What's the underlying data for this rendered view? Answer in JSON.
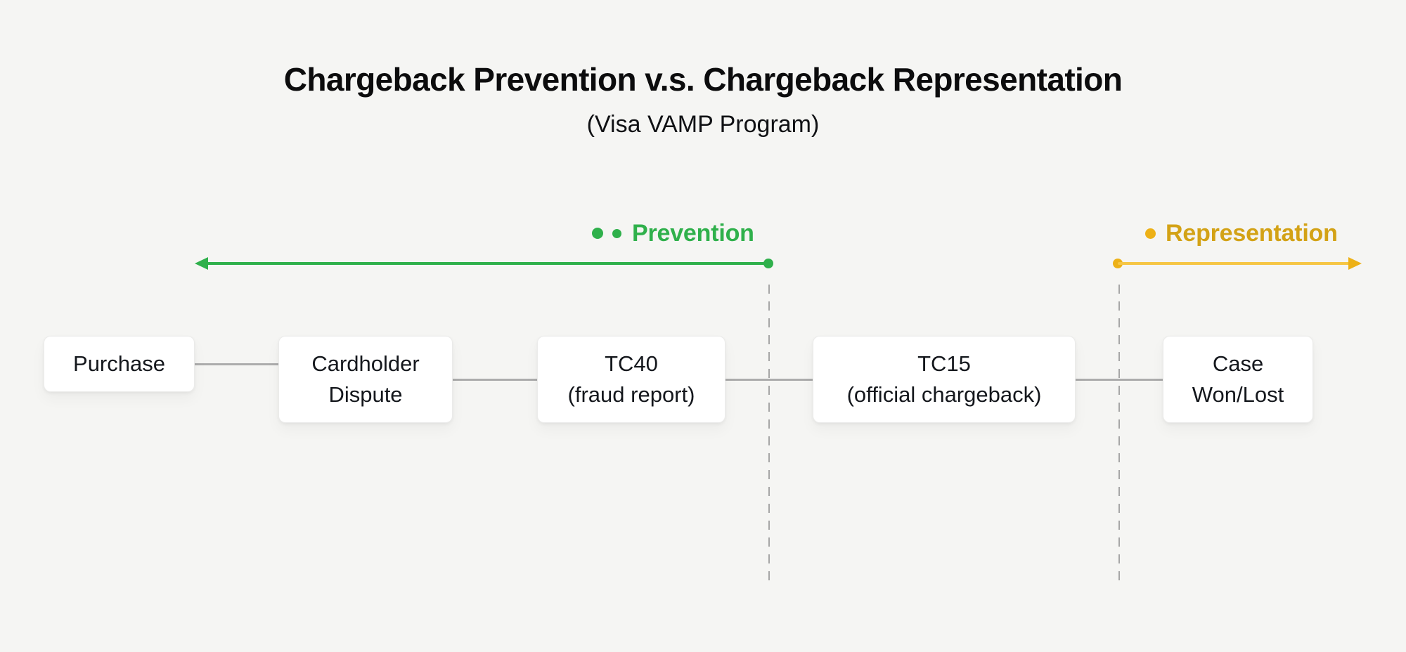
{
  "title": "Chargeback Prevention v.s. Chargeback Representation",
  "subtitle": "(Visa VAMP Program)",
  "colors": {
    "background": "#f5f5f3",
    "prevention": "#2fb04b",
    "representation_line": "#f6c645",
    "representation_accent": "#edb117",
    "representation_text": "#d3a216",
    "connector": "#acacac",
    "dashed": "#a6a6a6",
    "box_bg": "#ffffff",
    "box_border": "#ebebea",
    "box_text": "#14171c",
    "title_text": "#0c0c0d"
  },
  "legend": {
    "prevention": {
      "label": "Prevention",
      "dot_count": 2
    },
    "representation": {
      "label": "Representation",
      "dot_count": 1
    }
  },
  "nodes": [
    {
      "id": "purchase",
      "lines": [
        "Purchase"
      ]
    },
    {
      "id": "cardholder-dispute",
      "lines": [
        "Cardholder",
        "Dispute"
      ]
    },
    {
      "id": "tc40",
      "lines": [
        "TC40",
        "(fraud report)"
      ]
    },
    {
      "id": "tc15",
      "lines": [
        "TC15",
        "(official chargeback)"
      ]
    },
    {
      "id": "case-won-lost",
      "lines": [
        "Case",
        "Won/Lost"
      ]
    }
  ]
}
